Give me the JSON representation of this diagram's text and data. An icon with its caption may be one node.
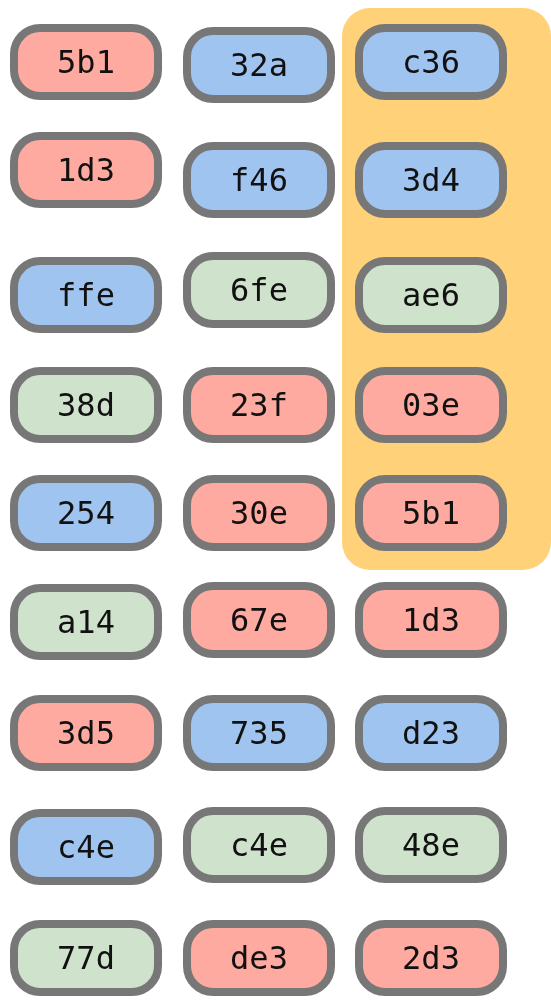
{
  "diagram": {
    "nodes": [
      {
        "text": [],
        "shape": "box"
      },
      {
        "text": [
          "5b1"
        ]
      },
      {
        "text": [
          "32a"
        ]
      },
      {
        "text": [
          "c36"
        ],
        "in": 0
      },
      {
        "text": [
          "1d3"
        ]
      },
      {
        "text": [
          "f46"
        ]
      },
      {
        "text": [
          "3d4"
        ],
        "in": 0
      },
      {
        "text": [
          "ffe"
        ]
      },
      {
        "text": [
          "6fe"
        ]
      },
      {
        "text": [
          "ae6"
        ],
        "in": 0
      },
      {
        "text": [
          "38d"
        ]
      },
      {
        "text": [
          "23f"
        ]
      },
      {
        "text": [
          "03e"
        ],
        "in": 0
      },
      {
        "text": [
          "254"
        ]
      },
      {
        "text": [
          "30e"
        ]
      },
      {
        "text": [
          "5b1"
        ],
        "in": 0
      },
      {
        "text": [
          "a14"
        ]
      },
      {
        "text": [
          "67e"
        ]
      },
      {
        "text": [
          "1d3"
        ]
      },
      {
        "text": [
          "3d5"
        ]
      },
      {
        "text": [
          "735"
        ]
      },
      {
        "text": [
          "d23"
        ]
      },
      {
        "text": [
          "c4e"
        ]
      },
      {
        "text": [
          "c4e"
        ]
      },
      {
        "text": [
          "48e"
        ]
      },
      {
        "text": [
          "77d"
        ]
      },
      {
        "text": [
          "de3"
        ]
      },
      {
        "text": [
          "2d3"
        ]
      }
    ]
  }
}
